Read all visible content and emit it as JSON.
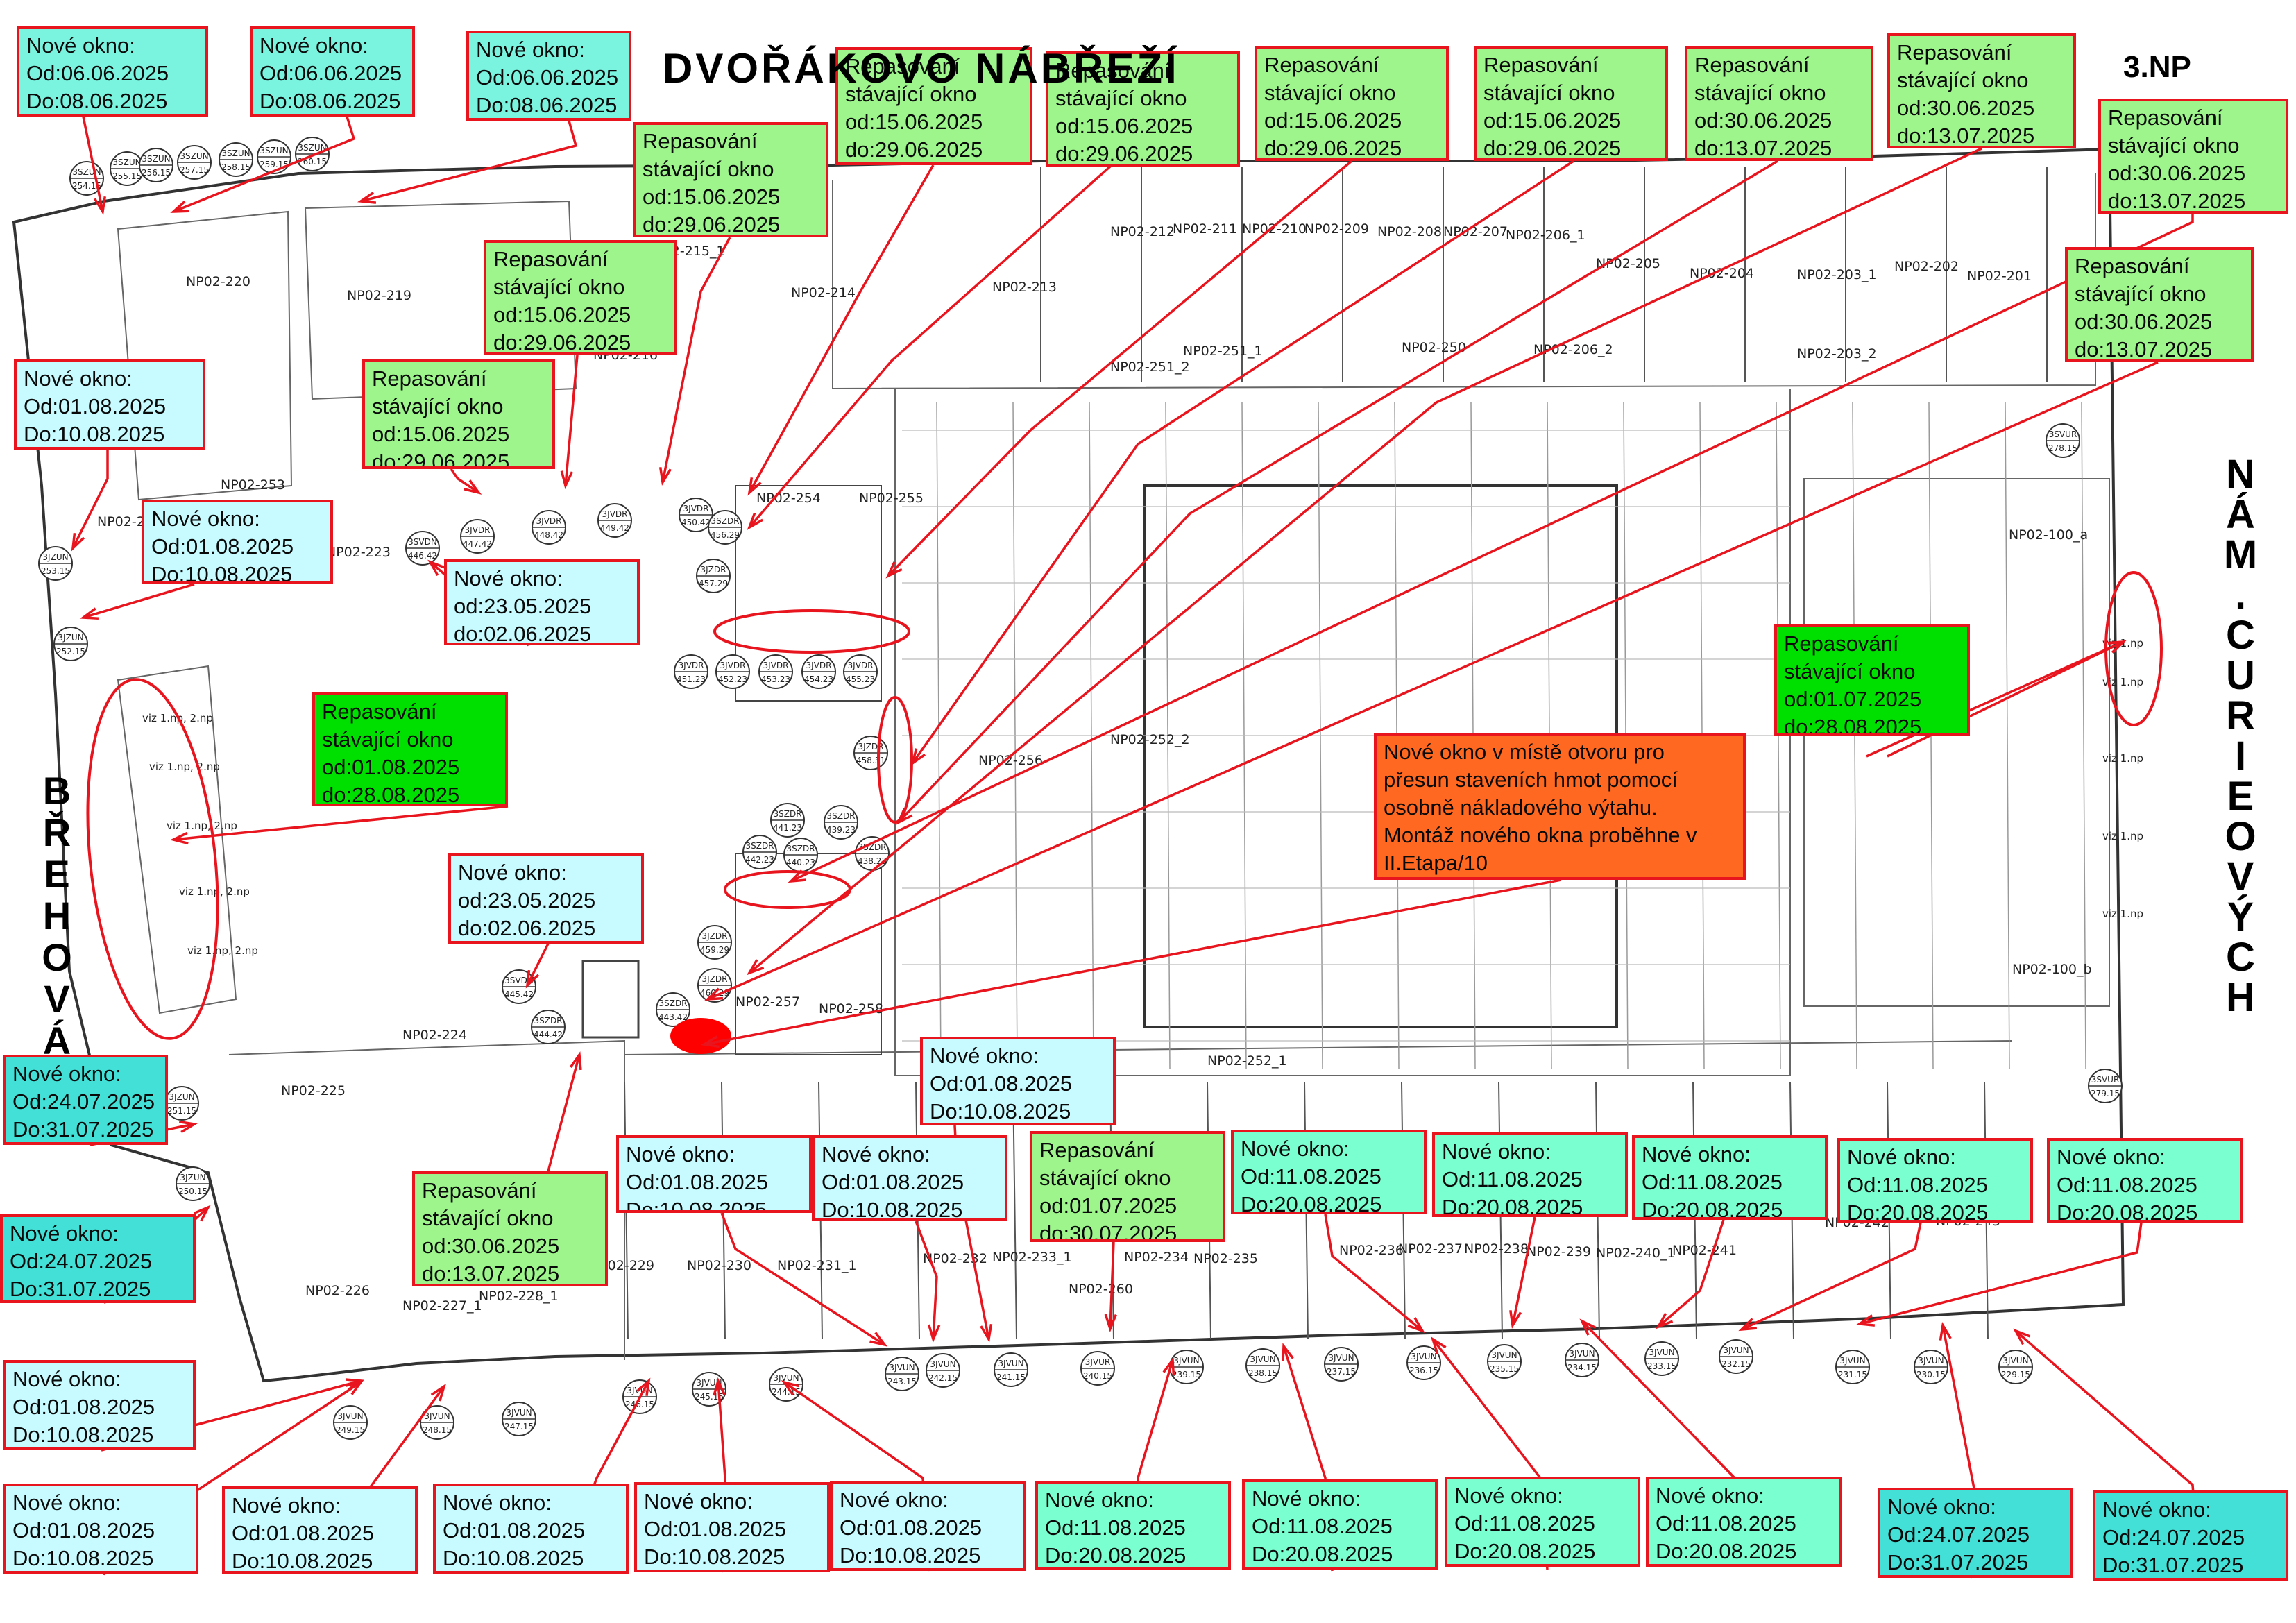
{
  "floor_label": "3.NP",
  "streets": {
    "top": "DVOŘÁKOVO NÁBŘEŽÍ",
    "left": "BŘEHOVÁ",
    "right": "NÁM. CURIEOVÝCH"
  },
  "colors": {
    "new_window_june": "#7af3df",
    "new_window_may": "#c8fbff",
    "new_window_august_early": "#c8fbff",
    "new_window_august_mid": "#7affd0",
    "new_window_july": "#42e0d6",
    "repair": "#9df58c",
    "repair_bright": "#00e000",
    "opening": "#ff6820",
    "outline": "#e8141e"
  },
  "notes": [
    {
      "lines": [
        "Nové okno:",
        "Od:06.06.2025",
        "Do:08.06.2025"
      ]
    },
    {
      "lines": [
        "Nové okno:",
        "Od:06.06.2025",
        "Do:08.06.2025"
      ]
    },
    {
      "lines": [
        "Nové okno:",
        "Od:06.06.2025",
        "Do:08.06.2025"
      ]
    },
    {
      "lines": [
        "Repasování",
        "stávající okno",
        "od:15.06.2025",
        "do:29.06.2025"
      ]
    },
    {
      "lines": [
        "Repasování",
        "stávající okno",
        "od:15.06.2025",
        "do:29.06.2025"
      ]
    },
    {
      "lines": [
        "Repasování",
        "stávající okno",
        "od:15.06.2025",
        "do:29.06.2025"
      ]
    },
    {
      "lines": [
        "Repasování",
        "stávající okno",
        "od:15.06.2025",
        "do:29.06.2025"
      ]
    },
    {
      "lines": [
        "Repasování",
        "stávající okno",
        "od:30.06.2025",
        "do:13.07.2025"
      ]
    },
    {
      "lines": [
        "Repasování",
        "stávající okno",
        "od:30.06.2025",
        "do:13.07.2025"
      ]
    },
    {
      "lines": [
        "Repasování",
        "stávající okno",
        "od:30.06.2025",
        "do:13.07.2025"
      ]
    },
    {
      "lines": [
        "Repasování",
        "stávající okno",
        "od:30.06.2025",
        "do:13.07.2025"
      ]
    },
    {
      "lines": [
        "Repasování",
        "stávající okno",
        "od:15.06.2025",
        "do:29.06.2025"
      ]
    },
    {
      "lines": [
        "Repasování",
        "stávající okno",
        "od:15.06.2025",
        "do:29.06.2025"
      ]
    },
    {
      "lines": [
        "Repasování",
        "stávající okno",
        "od:15.06.2025",
        "do:29.06.2025"
      ]
    },
    {
      "lines": [
        "Nové okno:",
        "Od:01.08.2025",
        "Do:10.08.2025"
      ]
    },
    {
      "lines": [
        "Nové okno:",
        "Od:01.08.2025",
        "Do:10.08.2025"
      ]
    },
    {
      "lines": [
        "Nové okno:",
        "od:23.05.2025",
        "do:02.06.2025"
      ]
    },
    {
      "lines": [
        "Repasování",
        "stávající okno",
        "od:01.08.2025",
        "do:28.08.2025"
      ]
    },
    {
      "lines": [
        "Repasování",
        "stávající okno",
        "od:01.07.2025",
        "do:28.08.2025"
      ]
    },
    {
      "lines": [
        "Nové okno v místě otvoru pro",
        "přesun staveních hmot pomocí",
        "osobně nákladového výtahu.",
        "Montáž nového okna proběhne v",
        "II.Etapa/10"
      ]
    },
    {
      "lines": [
        "Nové okno:",
        "od:23.05.2025",
        "do:02.06.2025"
      ]
    },
    {
      "lines": [
        "Nové okno:",
        "Od:24.07.2025",
        "Do:31.07.2025"
      ]
    },
    {
      "lines": [
        "Nové okno:",
        "Od:24.07.2025",
        "Do:31.07.2025"
      ]
    },
    {
      "lines": [
        "Nové okno:",
        "Od:01.08.2025",
        "Do:10.08.2025"
      ]
    },
    {
      "lines": [
        "Repasování",
        "stávající okno",
        "od:30.06.2025",
        "do:13.07.2025"
      ]
    },
    {
      "lines": [
        "Nové okno:",
        "Od:01.08.2025",
        "Do:10.08.2025"
      ]
    },
    {
      "lines": [
        "Nové okno:",
        "Od:01.08.2025",
        "Do:10.08.2025"
      ]
    },
    {
      "lines": [
        "Nové okno:",
        "Od:01.08.2025",
        "Do:10.08.2025"
      ]
    },
    {
      "lines": [
        "Repasování",
        "stávající okno",
        "od:01.07.2025",
        "do:30.07.2025"
      ]
    },
    {
      "lines": [
        "Nové okno:",
        "Od:11.08.2025",
        "Do:20.08.2025"
      ]
    },
    {
      "lines": [
        "Nové okno:",
        "Od:11.08.2025",
        "Do:20.08.2025"
      ]
    },
    {
      "lines": [
        "Nové okno:",
        "Od:11.08.2025",
        "Do:20.08.2025"
      ]
    },
    {
      "lines": [
        "Nové okno:",
        "Od:11.08.2025",
        "Do:20.08.2025"
      ]
    },
    {
      "lines": [
        "Nové okno:",
        "Od:11.08.2025",
        "Do:20.08.2025"
      ]
    },
    {
      "lines": [
        "Nové okno:",
        "Od:01.08.2025",
        "Do:10.08.2025"
      ]
    },
    {
      "lines": [
        "Nové okno:",
        "Od:01.08.2025",
        "Do:10.08.2025"
      ]
    },
    {
      "lines": [
        "Nové okno:",
        "Od:01.08.2025",
        "Do:10.08.2025"
      ]
    },
    {
      "lines": [
        "Nové okno:",
        "Od:01.08.2025",
        "Do:10.08.2025"
      ]
    },
    {
      "lines": [
        "Nové okno:",
        "Od:01.08.2025",
        "Do:10.08.2025"
      ]
    },
    {
      "lines": [
        "Nové okno:",
        "Od:01.08.2025",
        "Do:10.08.2025"
      ]
    },
    {
      "lines": [
        "Nové okno:",
        "Od:11.08.2025",
        "Do:20.08.2025"
      ]
    },
    {
      "lines": [
        "Nové okno:",
        "Od:11.08.2025",
        "Do:20.08.2025"
      ]
    },
    {
      "lines": [
        "Nové okno:",
        "Od:11.08.2025",
        "Do:20.08.2025"
      ]
    },
    {
      "lines": [
        "Nové okno:",
        "Od:11.08.2025",
        "Do:20.08.2025"
      ]
    },
    {
      "lines": [
        "Nové okno:",
        "Od:24.07.2025",
        "Do:31.07.2025"
      ]
    },
    {
      "lines": [
        "Nové okno:",
        "Od:24.07.2025",
        "Do:31.07.2025"
      ]
    }
  ],
  "rooms": [
    "NP02-220",
    "NP02-219",
    "NP02-214",
    "NP02-213",
    "NP02-212",
    "NP02-211",
    "NP02-210",
    "NP02-209",
    "NP02-208",
    "NP02-207",
    "NP02-206_1",
    "NP02-205",
    "NP02-204",
    "NP02-203_1",
    "NP02-202",
    "NP02-201",
    "NP02-203_2",
    "NP02-251_1",
    "NP02-251_2",
    "NP02-250",
    "NP02-206_2",
    "NP02-215_1",
    "NP02-216",
    "NP02-253",
    "NP02-222",
    "NP02-223",
    "NP02-256",
    "NP02-252_2",
    "NP02-257",
    "NP02-258",
    "NP02-224",
    "NP02-225",
    "NP02-226",
    "NP02-227_1",
    "NP02-228_1",
    "NP02-229",
    "NP02-230",
    "NP02-231_1",
    "NP02-232",
    "NP02-233_1",
    "NP02-260",
    "NP02-234",
    "NP02-235",
    "NP02-236",
    "NP02-237",
    "NP02-238",
    "NP02-239",
    "NP02-240_1",
    "NP02-241",
    "NP02-242",
    "NP02-243",
    "NP02-252_1",
    "NP02-100_a",
    "NP02-100_b",
    "NP02-254",
    "NP02-255"
  ],
  "window_tags": [
    {
      "code": "3SZUN",
      "num": "254.15"
    },
    {
      "code": "3SZUN",
      "num": "255.15"
    },
    {
      "code": "3SZUN",
      "num": "256.15"
    },
    {
      "code": "3SZUN",
      "num": "257.15"
    },
    {
      "code": "3SZUN",
      "num": "258.15"
    },
    {
      "code": "3SZUN",
      "num": "259.15"
    },
    {
      "code": "3SZUN",
      "num": "260.15"
    },
    {
      "code": "3JZUN",
      "num": "253.15"
    },
    {
      "code": "3JZUN",
      "num": "252.15"
    },
    {
      "code": "3SVDN",
      "num": "446.42"
    },
    {
      "code": "3JVDR",
      "num": "447.42"
    },
    {
      "code": "3JVDR",
      "num": "448.42"
    },
    {
      "code": "3JVDR",
      "num": "449.42"
    },
    {
      "code": "3JVDR",
      "num": "450.42"
    },
    {
      "code": "3SZDR",
      "num": "456.29"
    },
    {
      "code": "3JZDR",
      "num": "457.29"
    },
    {
      "code": "3JVDR",
      "num": "451.23"
    },
    {
      "code": "3JVDR",
      "num": "452.23"
    },
    {
      "code": "3JVDR",
      "num": "453.23"
    },
    {
      "code": "3JVDR",
      "num": "454.23"
    },
    {
      "code": "3JVDR",
      "num": "455.23"
    },
    {
      "code": "3JZDR",
      "num": "458.31"
    },
    {
      "code": "3SZDR",
      "num": "441.23"
    },
    {
      "code": "3SZDR",
      "num": "439.23"
    },
    {
      "code": "3SZDR",
      "num": "442.23"
    },
    {
      "code": "3SZDR",
      "num": "440.23"
    },
    {
      "code": "3SZDR",
      "num": "438.23"
    },
    {
      "code": "3JZDR",
      "num": "459.29"
    },
    {
      "code": "3JZDR",
      "num": "460.29"
    },
    {
      "code": "3SZDR",
      "num": "443.42"
    },
    {
      "code": "3SZDR",
      "num": "444.42"
    },
    {
      "code": "3SVDN",
      "num": "445.42"
    },
    {
      "code": "3JZUN",
      "num": "251.15"
    },
    {
      "code": "3JZUN",
      "num": "250.15"
    },
    {
      "code": "3JVUN",
      "num": "249.15"
    },
    {
      "code": "3JVUN",
      "num": "248.15"
    },
    {
      "code": "3JVUN",
      "num": "247.15"
    },
    {
      "code": "3JVUN",
      "num": "246.15"
    },
    {
      "code": "3JVUN",
      "num": "245.15"
    },
    {
      "code": "3JVUN",
      "num": "244.15"
    },
    {
      "code": "3JVUN",
      "num": "243.15"
    },
    {
      "code": "3JVUN",
      "num": "242.15"
    },
    {
      "code": "3JVUN",
      "num": "241.15"
    },
    {
      "code": "3JVUR",
      "num": "240.15"
    },
    {
      "code": "3JVUN",
      "num": "239.15"
    },
    {
      "code": "3JVUN",
      "num": "238.15"
    },
    {
      "code": "3JVUN",
      "num": "237.15"
    },
    {
      "code": "3JVUN",
      "num": "236.15"
    },
    {
      "code": "3JVUN",
      "num": "235.15"
    },
    {
      "code": "3JVUN",
      "num": "234.15"
    },
    {
      "code": "3JVUN",
      "num": "233.15"
    },
    {
      "code": "3JVUN",
      "num": "232.15"
    },
    {
      "code": "3JVUN",
      "num": "231.15"
    },
    {
      "code": "3JVUN",
      "num": "230.15"
    },
    {
      "code": "3JVUN",
      "num": "229.15"
    },
    {
      "code": "3SVUR",
      "num": "278.15"
    },
    {
      "code": "3SVUR",
      "num": "279.15"
    }
  ],
  "viz_labels": [
    "viz 1.np, 2.np",
    "viz 1.np, 2.np",
    "viz 1.np, 2.np",
    "viz 1.np, 2.np",
    "viz 1.np, 2.np",
    "viz 1.np",
    "viz 1.np",
    "viz 1.np",
    "viz 1.np",
    "viz 1.np"
  ]
}
